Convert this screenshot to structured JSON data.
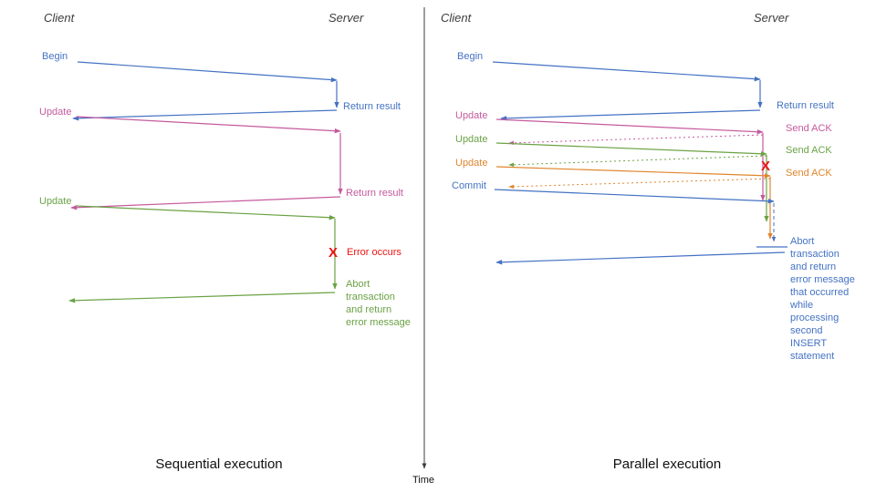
{
  "colors": {
    "blue": "#4472c4",
    "pink": "#c55a9e",
    "green": "#6aa244",
    "orange": "#e0862e",
    "red": "#ee1111",
    "axis": "#3c3c3c",
    "text": "#111111"
  },
  "axis": {
    "time_label": "Time"
  },
  "panels": {
    "left": {
      "title": "Sequential execution",
      "client": "Client",
      "server": "Server",
      "begin": "Begin",
      "return_result_1": "Return result",
      "update_1": "Update",
      "return_result_2": "Return result",
      "update_2": "Update",
      "error_mark": "X",
      "error_label": "Error occurs",
      "abort_message": "Abort\ntransaction\nand return\nerror message"
    },
    "right": {
      "title": "Parallel execution",
      "client": "Client",
      "server": "Server",
      "begin": "Begin",
      "return_result": "Return result",
      "updates": [
        {
          "label": "Update",
          "ack": "Send ACK"
        },
        {
          "label": "Update",
          "ack": "Send ACK"
        },
        {
          "label": "Update",
          "ack": "Send ACK"
        }
      ],
      "commit": "Commit",
      "error_mark": "X",
      "abort_message": "Abort\ntransaction\nand return\nerror message\nthat occurred\nwhile\nprocessing\nsecond\nINSERT\nstatement"
    }
  }
}
